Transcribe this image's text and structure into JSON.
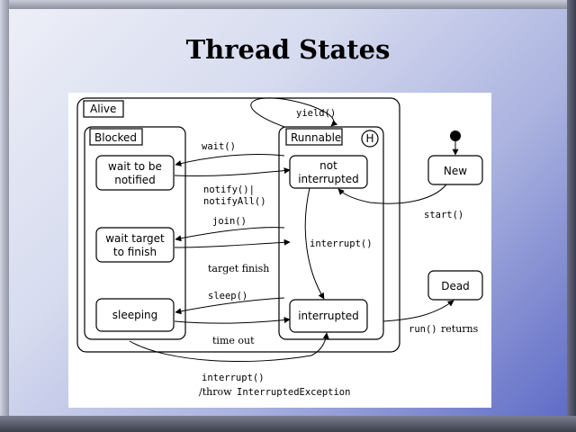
{
  "slide": {
    "title": "Thread States"
  },
  "diagram": {
    "alive_label": "Alive",
    "blocked_label": "Blocked",
    "runnable_label": "Runnable",
    "history_marker": "H",
    "states": {
      "wait_notified": [
        "wait to be",
        "notified"
      ],
      "wait_target": [
        "wait target",
        "to finish"
      ],
      "sleeping": [
        "sleeping"
      ],
      "not_interrupted": [
        "not",
        "interrupted"
      ],
      "interrupted": [
        "interrupted"
      ],
      "new": [
        "New"
      ],
      "dead": [
        "Dead"
      ]
    },
    "transitions": {
      "yield": "yield()",
      "wait": "wait()",
      "notify": "notify()|",
      "notify_all": "notifyAll()",
      "join": "join()",
      "target_finish": "target finish",
      "sleep": "sleep()",
      "time_out": "time out",
      "interrupt_runnable": "interrupt()",
      "start": "start()",
      "run_returns_code": "run()",
      "run_returns_text": "returns",
      "interrupt_bottom": "interrupt()",
      "throw_prefix": "/throw",
      "throw_exception": "InterruptedException"
    }
  }
}
